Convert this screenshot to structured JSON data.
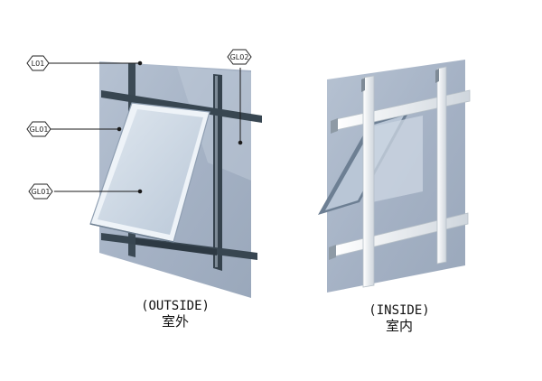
{
  "callouts": {
    "lo1": "L01",
    "glo2": "GL02",
    "glo1_upper": "GL01",
    "glo1_lower": "GL01"
  },
  "captions": {
    "outside_en": "(OUTSIDE)",
    "outside_cn": "室外",
    "inside_en": "(INSIDE)",
    "inside_cn": "室内"
  },
  "colors": {
    "glass": "#a9b6c8",
    "glass_light": "#c9d3e0",
    "mullion": "#e8ecef",
    "frame_dark": "#3c4a55",
    "leader": "#1a1a1a"
  }
}
